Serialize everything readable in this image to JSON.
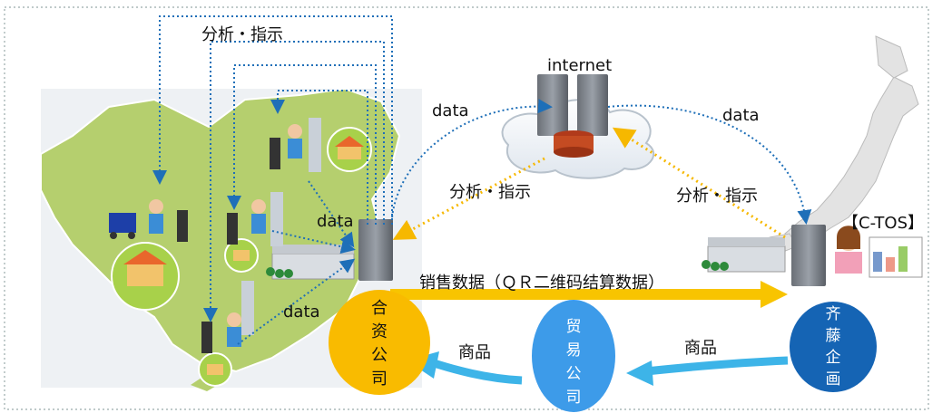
{
  "labels": {
    "analysis_top": "分析・指示",
    "internet": "internet",
    "data_left_arc": "data",
    "data_right_arc": "data",
    "analysis_left": "分析・指示",
    "analysis_right": "分析・指示",
    "data_center": "data",
    "data_bottom": "data",
    "sales_data": "销售数据（ＱＲ二维码结算数据）",
    "goods_left": "商品",
    "goods_right": "商品",
    "ctos": "【C-TOS】"
  },
  "entities": {
    "joint_venture": [
      "合",
      "资",
      "公",
      "司"
    ],
    "trading_company": [
      "贸",
      "易",
      "公",
      "司"
    ],
    "saito": [
      "齐",
      "藤",
      "企",
      "画"
    ]
  },
  "colors": {
    "jv": "#F9BB00",
    "trading": "#3D9BE9",
    "saito": "#1564B4",
    "arrow_yellow": "#F8C400",
    "arrow_blue": "#3DB4E8",
    "dotted_blue": "#1E6FB8",
    "dotted_yellow": "#F6B800",
    "map_green": "#B5CF6E"
  }
}
